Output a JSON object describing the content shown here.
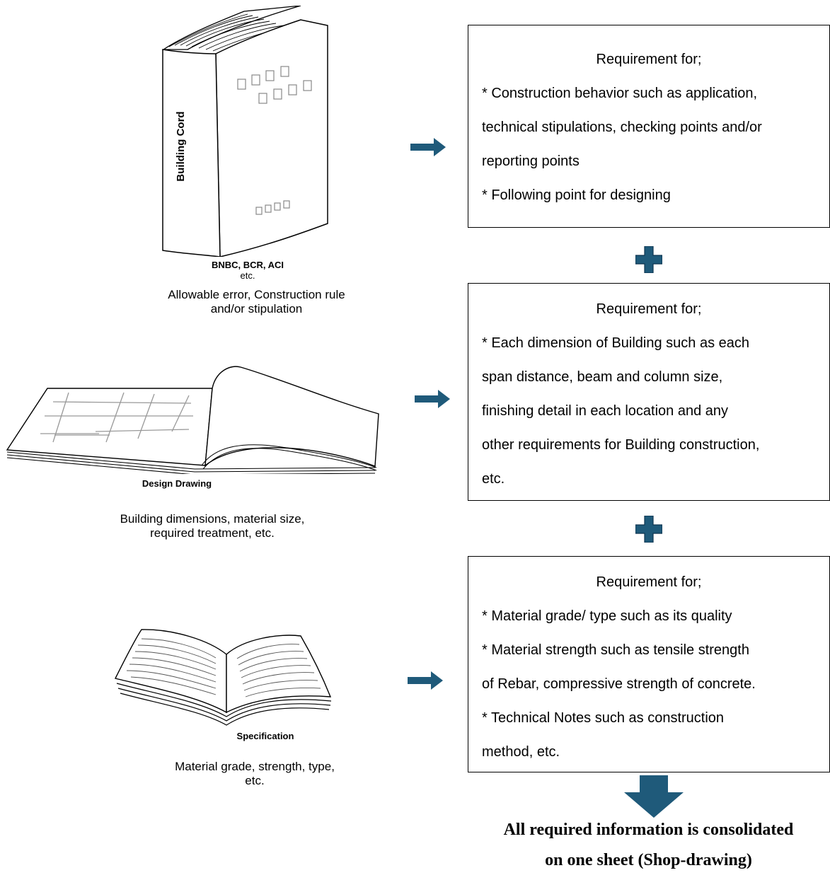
{
  "left": {
    "building_code": {
      "spine_label": "Building Cord",
      "caption_line1": "BNBC, BCR, ACI",
      "caption_line2": "etc.",
      "desc_line1": "Allowable error, Construction rule",
      "desc_line2": "and/or stipulation"
    },
    "design_drawing": {
      "caption": "Design Drawing",
      "desc_line1": "Building dimensions, material size,",
      "desc_line2": "required treatment, etc."
    },
    "specification": {
      "caption": "Specification",
      "desc_line1": "Material grade, strength, type,",
      "desc_line2": "etc."
    }
  },
  "boxes": [
    {
      "heading": "Requirement for;",
      "lines": [
        "* Construction behavior such as application,",
        "technical stipulations, checking points and/or",
        "reporting points",
        "* Following point for designing"
      ]
    },
    {
      "heading": "Requirement for;",
      "lines": [
        "* Each dimension of Building such as each",
        "span distance, beam and column size,",
        "finishing detail in each location and any",
        "other requirements for Building construction,",
        "etc."
      ]
    },
    {
      "heading": "Requirement for;",
      "lines": [
        "* Material grade/ type such as its quality",
        "* Material strength such as tensile strength",
        "of Rebar, compressive strength of concrete.",
        "* Technical Notes such as construction",
        "method, etc."
      ]
    }
  ],
  "conclusion": {
    "line1": "All required information is consolidated",
    "line2": "on one sheet (Shop-drawing)"
  },
  "colors": {
    "arrow": "#1f5a7a",
    "plus": "#1f5a7a",
    "outline": "#000000"
  },
  "icons": [
    "right-arrow-icon",
    "plus-icon",
    "down-arrow-icon"
  ]
}
